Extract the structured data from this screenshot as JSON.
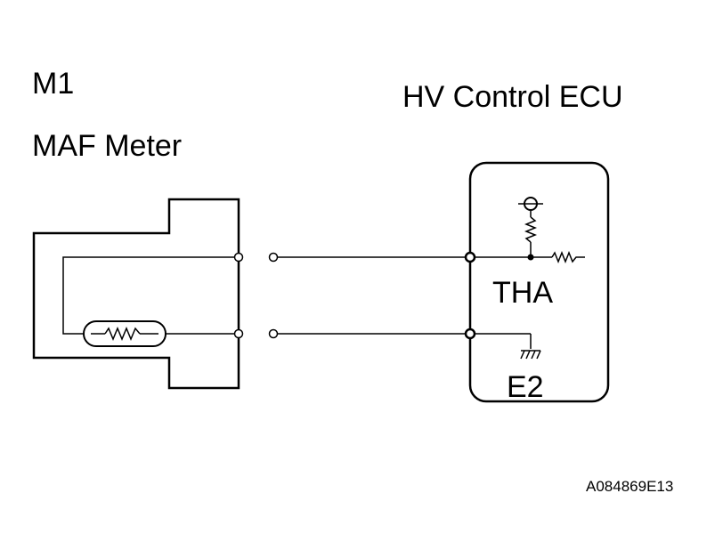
{
  "connector": {
    "code": "M1",
    "name": "MAF Meter"
  },
  "ecu": {
    "name": "HV Control ECU",
    "terminals": [
      "THA",
      "E2"
    ]
  },
  "figure_id": "A084869E13",
  "colors": {
    "stroke": "#000000",
    "background": "#ffffff"
  }
}
